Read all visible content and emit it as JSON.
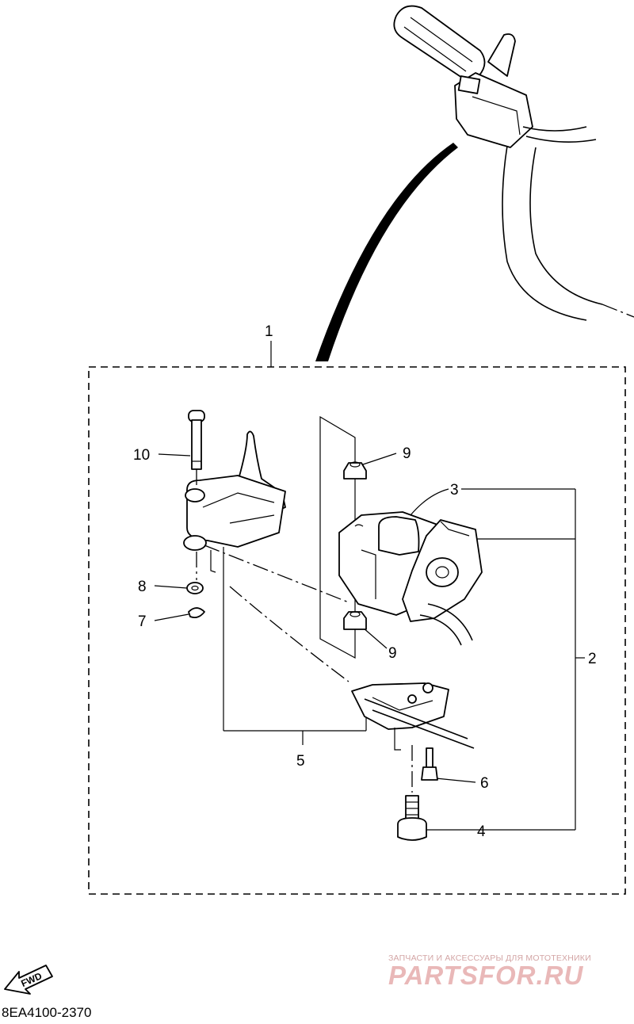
{
  "callouts": [
    {
      "id": "1",
      "label": "1"
    },
    {
      "id": "2",
      "label": "2"
    },
    {
      "id": "3",
      "label": "3"
    },
    {
      "id": "4",
      "label": "4"
    },
    {
      "id": "5",
      "label": "5"
    },
    {
      "id": "6",
      "label": "6"
    },
    {
      "id": "7",
      "label": "7"
    },
    {
      "id": "8",
      "label": "8"
    },
    {
      "id": "9a",
      "label": "9"
    },
    {
      "id": "9b",
      "label": "9"
    },
    {
      "id": "10",
      "label": "10"
    }
  ],
  "fwd_label": "FWD",
  "diagram_code": "8EA4100-2370",
  "watermark": {
    "tagline": "ЗАПЧАСТИ И АКСЕССУАРЫ ДЛЯ МОТОТЕХНИКИ",
    "brand": "PARTSFOR.RU"
  },
  "colors": {
    "line": "#000000",
    "background": "#ffffff",
    "watermark": "#e9b8b8"
  }
}
